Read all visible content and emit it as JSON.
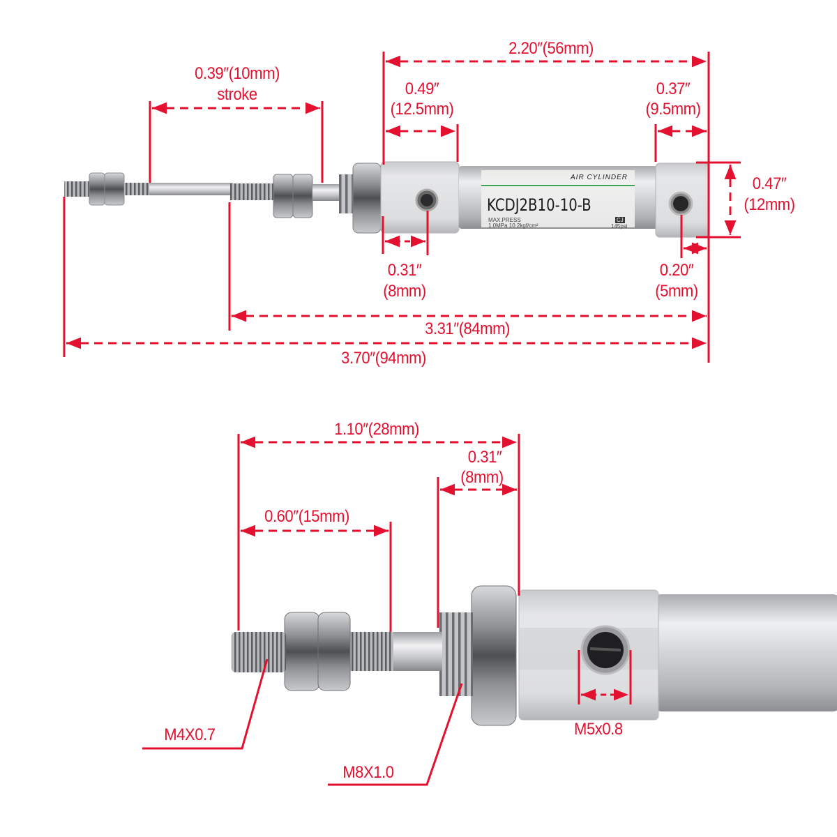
{
  "colors": {
    "dimension": "#e3112f",
    "metal_light": "#e2e2e4",
    "metal_mid": "#bfc0c3",
    "metal_dark": "#7d7f83",
    "label_band": "#f4f4f2",
    "label_stripe": "#3da25a"
  },
  "cylinder_label": {
    "brand_line": "AIR CYLINDER",
    "model": "KCDJ2B10-10-B",
    "spec_line1": "MAX.PRESS",
    "spec_line2": "1.0MPa 10.2kgf/cm²",
    "spec_psi": "145psi",
    "badge": "CJ"
  },
  "top_view": {
    "stroke": {
      "value": "0.39″(10mm)",
      "note": "stroke"
    },
    "body_length": "2.20″(56mm)",
    "front_block": {
      "inch": "0.49″",
      "mm": "(12.5mm)"
    },
    "rear_block": {
      "inch": "0.37″",
      "mm": "(9.5mm)"
    },
    "rear_height": {
      "inch": "0.47″",
      "mm": "(12mm)"
    },
    "front_port_offset": {
      "inch": "0.31″",
      "mm": "(8mm)"
    },
    "rear_port_offset": {
      "inch": "0.20″",
      "mm": "(5mm)"
    },
    "retracted_length": "3.31″(84mm)",
    "extended_length": "3.70″(94mm)"
  },
  "detail_view": {
    "rod_to_body": "1.10″(28mm)",
    "mount_thread_len": {
      "inch": "0.31″",
      "mm": "(8mm)"
    },
    "rod_thread_len": "0.60″(15mm)",
    "rod_thread": "M4X0.7",
    "mount_thread": "M8X1.0",
    "port_thread": "M5x0.8"
  }
}
